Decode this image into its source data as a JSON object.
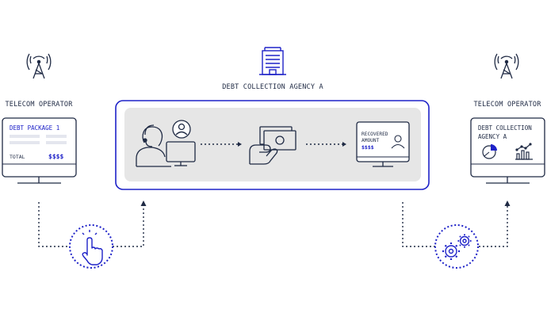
{
  "agency": {
    "title": "DEBT COLLECTION AGENCY A",
    "icon": "office-building-icon"
  },
  "left_operator": {
    "title": "TELECOM OPERATOR",
    "icon": "radio-tower-icon",
    "screen": {
      "heading": "DEBT PACKAGE 1",
      "total_label": "TOTAL",
      "total_value": "$$$$"
    }
  },
  "right_operator": {
    "title": "TELECOM OPERATOR",
    "icon": "radio-tower-icon",
    "screen": {
      "heading_line1": "DEBT COLLECTION",
      "heading_line2": "AGENCY A",
      "chart_icons": [
        "pie-chart-icon",
        "bar-chart-icon"
      ]
    }
  },
  "process": {
    "step1_icon": "call-agent-icon",
    "step2_icon": "cash-in-hand-icon",
    "step3": {
      "line1": "RECOVERED",
      "line2": "AMOUNT",
      "value": "$$$$"
    }
  },
  "flow_icons": {
    "left": "tap-hand-icon",
    "right": "gears-icon"
  },
  "colors": {
    "accent": "#1e22c8",
    "ink": "#1f2a44",
    "panel": "#e6e6e6"
  }
}
